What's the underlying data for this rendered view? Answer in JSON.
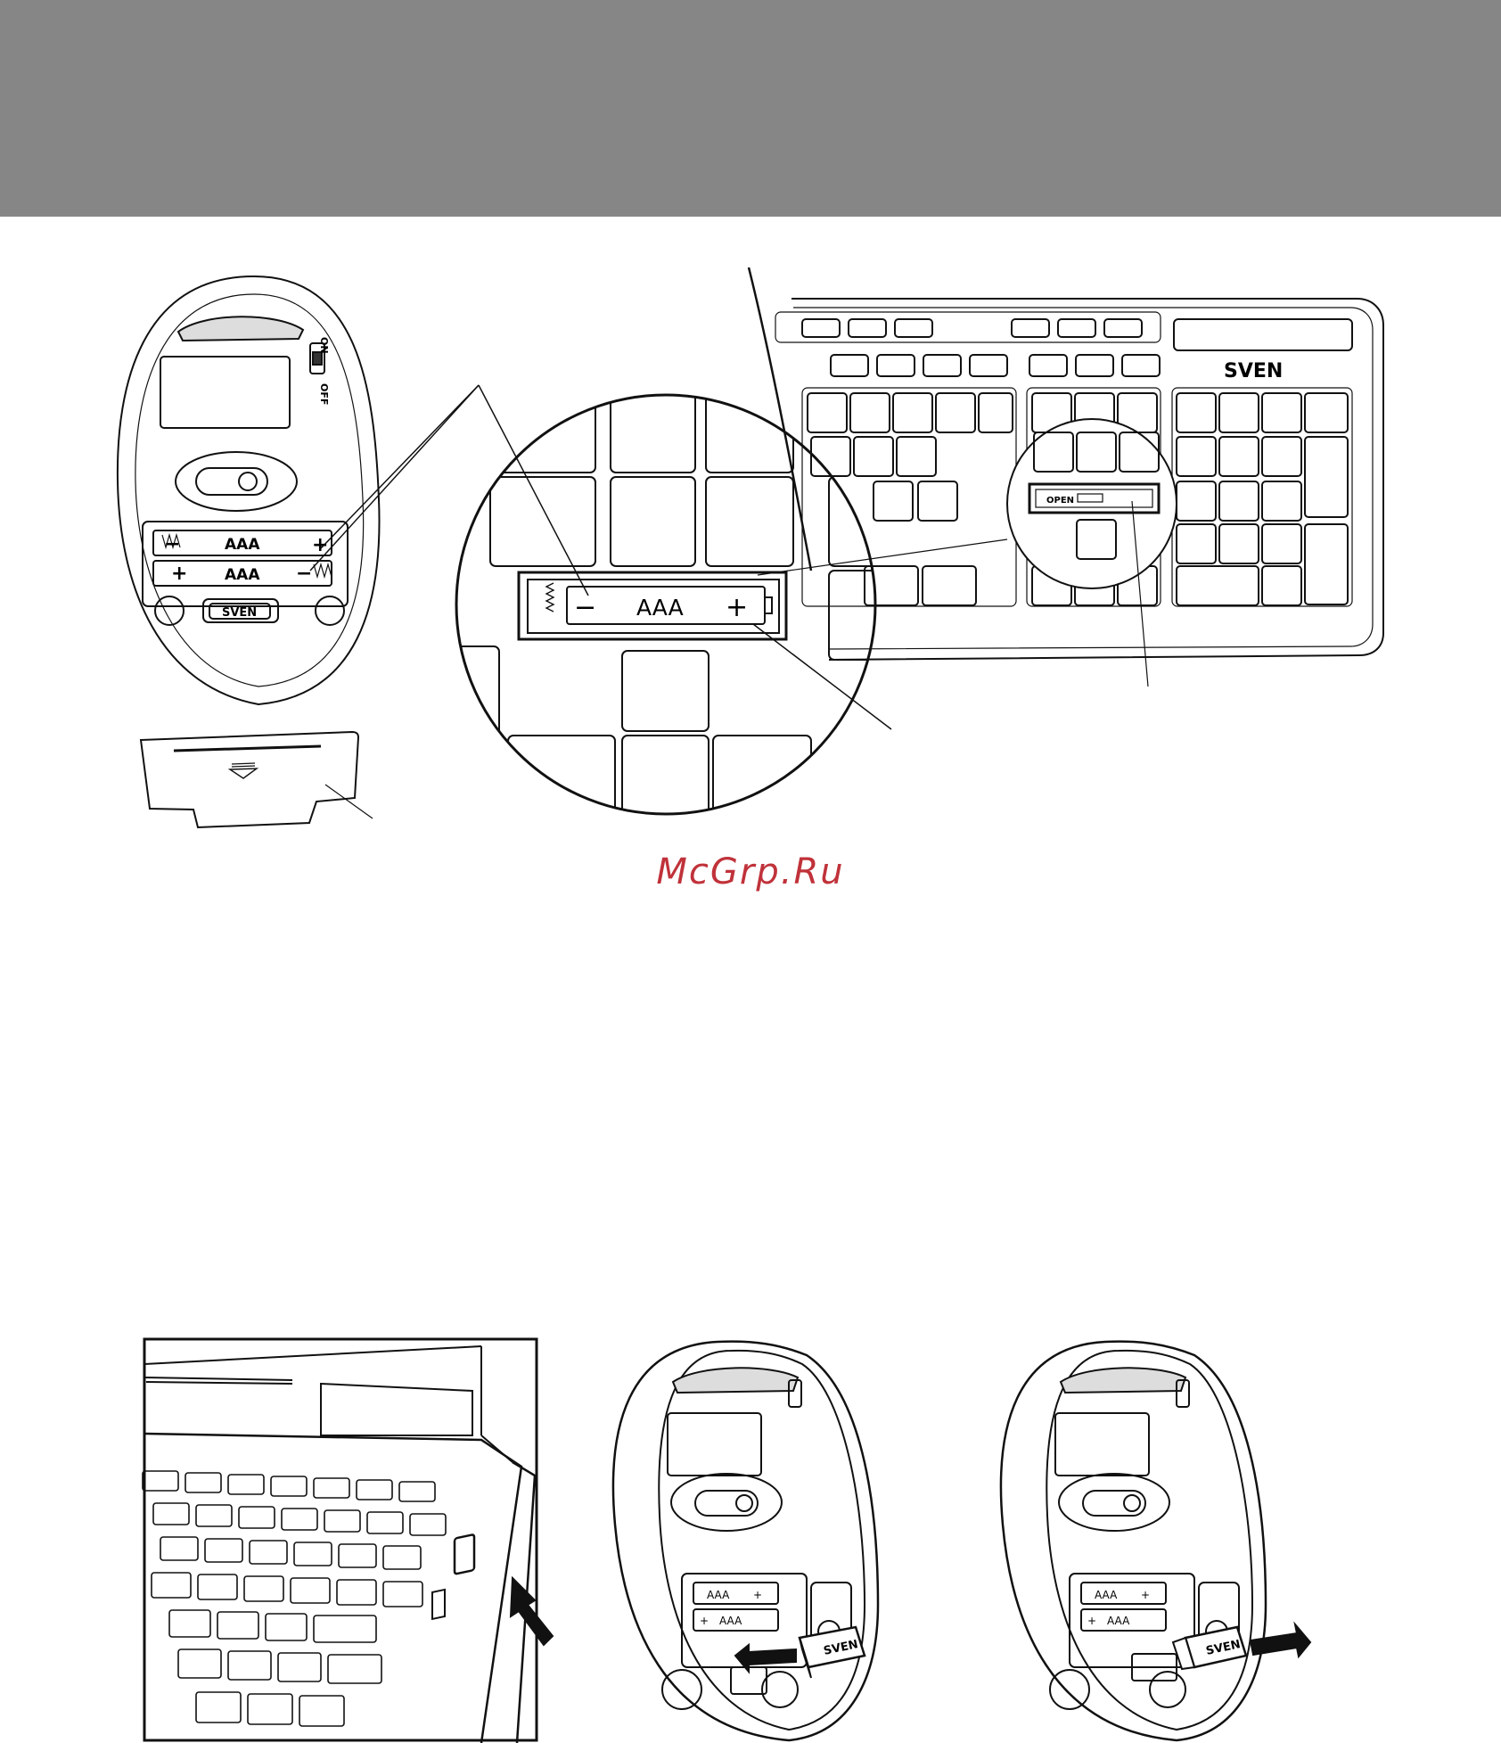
{
  "header": {
    "color": "#878686"
  },
  "mouse": {
    "switch_on": "ON",
    "switch_off": "OFF",
    "battery_top": {
      "minus": "−",
      "label": "AAA",
      "plus": "+"
    },
    "battery_bottom": {
      "plus": "+",
      "label": "AAA",
      "minus": "−"
    },
    "brand": "SVEN"
  },
  "zoom": {
    "minus": "−",
    "label": "AAA",
    "plus": "+"
  },
  "keyboard": {
    "brand": "SVEN",
    "open_label": "OPEN"
  },
  "watermark": {
    "text": "McGrp.Ru",
    "color": "#c0323a"
  },
  "receiver": {
    "brand": "SVEN"
  },
  "mouse_insert": {
    "battery_top": {
      "label": "AAA",
      "plus": "+"
    },
    "battery_bottom": {
      "plus": "+",
      "label": "AAA"
    }
  },
  "mouse_remove": {
    "battery_top": {
      "label": "AAA",
      "plus": "+"
    },
    "battery_bottom": {
      "plus": "+",
      "label": "AAA"
    }
  }
}
